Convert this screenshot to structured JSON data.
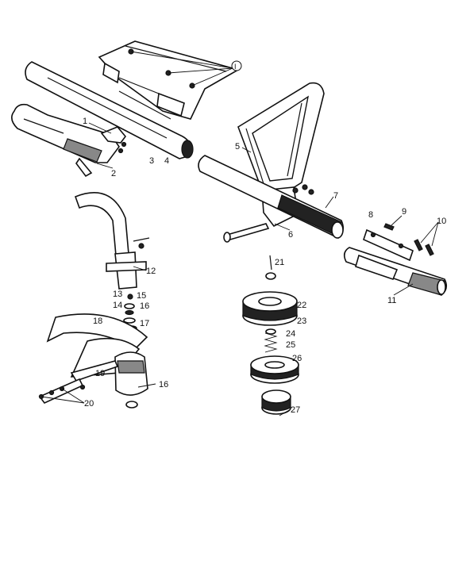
{
  "colors": {
    "line": "#111111",
    "background": "#ffffff"
  },
  "callouts": [
    {
      "id": "c1",
      "text": "1"
    },
    {
      "id": "c2",
      "text": "2"
    },
    {
      "id": "c3",
      "text": "3"
    },
    {
      "id": "c4",
      "text": "4"
    },
    {
      "id": "c5",
      "text": "5"
    },
    {
      "id": "c6",
      "text": "6"
    },
    {
      "id": "c7",
      "text": "7"
    },
    {
      "id": "c8",
      "text": "8"
    },
    {
      "id": "c9",
      "text": "9"
    },
    {
      "id": "c10",
      "text": "10"
    },
    {
      "id": "c11",
      "text": "11"
    },
    {
      "id": "c12",
      "text": "12"
    },
    {
      "id": "c13",
      "text": "13"
    },
    {
      "id": "c14",
      "text": "14"
    },
    {
      "id": "c15",
      "text": "15"
    },
    {
      "id": "c16a",
      "text": "16"
    },
    {
      "id": "c16b",
      "text": "16"
    },
    {
      "id": "c17",
      "text": "17"
    },
    {
      "id": "c18",
      "text": "18"
    },
    {
      "id": "c19",
      "text": "19"
    },
    {
      "id": "c20",
      "text": "20"
    },
    {
      "id": "c21",
      "text": "21"
    },
    {
      "id": "c22",
      "text": "22"
    },
    {
      "id": "c23",
      "text": "23"
    },
    {
      "id": "c24",
      "text": "24"
    },
    {
      "id": "c25",
      "text": "25"
    },
    {
      "id": "c26",
      "text": "26"
    },
    {
      "id": "c27",
      "text": "27"
    },
    {
      "id": "ci",
      "text": "I"
    }
  ]
}
